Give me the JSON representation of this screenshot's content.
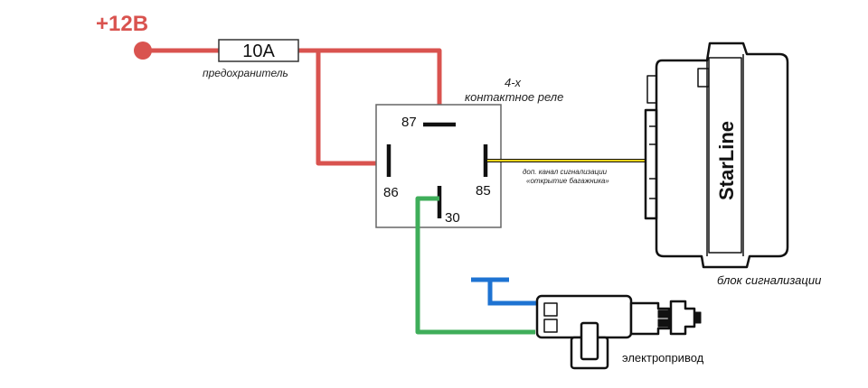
{
  "power": {
    "label": "+12В"
  },
  "fuse": {
    "rating": "10A",
    "label": "предохранитель"
  },
  "relay": {
    "title_line1": "4-х",
    "title_line2": "контактное реле",
    "pins": {
      "p87": "87",
      "p86": "86",
      "p85": "85",
      "p30": "30"
    }
  },
  "alarm": {
    "brand": "StarLine",
    "label": "блок сигнализации",
    "channel_line1": "доп. канал сигнализации",
    "channel_line2": "«открытие багажника»"
  },
  "actuator": {
    "label": "электропривод"
  },
  "colors": {
    "red": "#d9534f",
    "green": "#3fae5a",
    "blue": "#1e73d2",
    "yellow": "#f2d21b",
    "black": "#111111"
  }
}
